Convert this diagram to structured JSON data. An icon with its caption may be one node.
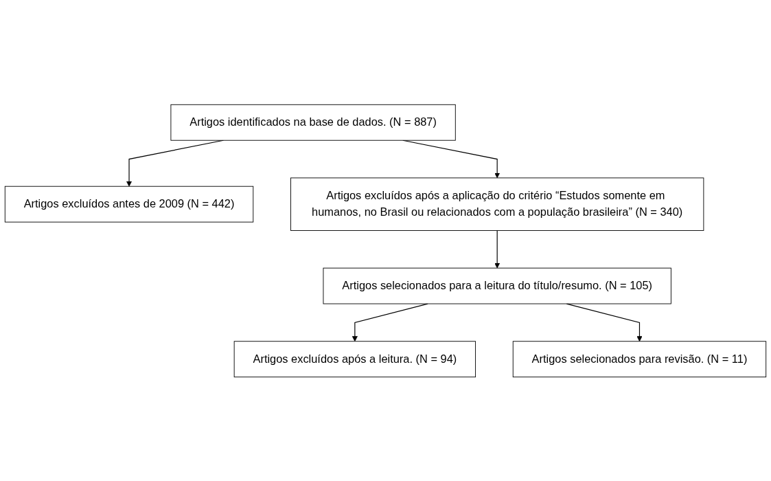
{
  "diagram": {
    "nodes": [
      {
        "text": [
          "Artigos identificados na base de dados. (N = 887)"
        ]
      },
      {
        "text": [
          "Artigos excluídos antes de 2009 (N = 442)"
        ]
      },
      {
        "text": [
          "Artigos excluídos após a aplicação do critério “Estudos somente em humanos, no Brasil ou relacionados com a população brasileira” (N = 340)"
        ]
      },
      {
        "text": [
          "Artigos selecionados para a leitura do título/resumo. (N = 105)"
        ]
      },
      {
        "text": [
          "Artigos excluídos após a leitura. (N = 94)"
        ]
      },
      {
        "text": [
          "Artigos selecionados para revisão. (N = 11)"
        ]
      }
    ],
    "edges": [
      {
        "from": 0,
        "to": 1,
        "arrow": "to"
      },
      {
        "from": 0,
        "to": 2,
        "arrow": "to"
      },
      {
        "from": 2,
        "to": 3,
        "arrow": "to"
      },
      {
        "from": 3,
        "to": 4,
        "arrow": "to"
      },
      {
        "from": 3,
        "to": 5,
        "arrow": "to"
      }
    ]
  }
}
